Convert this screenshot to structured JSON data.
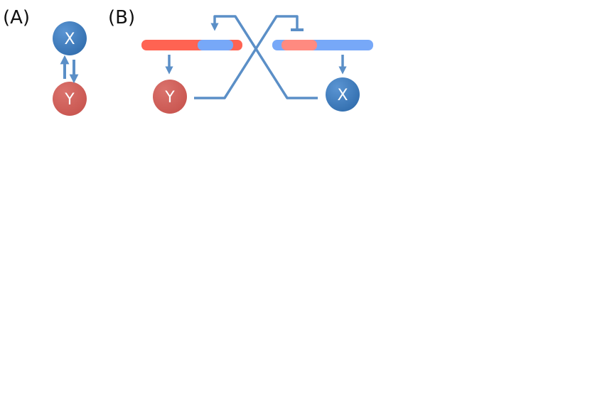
{
  "panel_a": {
    "label": "(A)",
    "nodes": {
      "x": "X",
      "y": "Y"
    }
  },
  "panel_b": {
    "label": "(B)",
    "nodes": {
      "y": "Y",
      "x": "X"
    }
  },
  "colors": {
    "blue_node": "#3E7DC0",
    "red_node": "#D1615B",
    "red_bar": "#FF6352",
    "blue_bar": "#77A8F8",
    "light_red_segment": "#FF8A80",
    "connector": "#5B8FC7"
  }
}
